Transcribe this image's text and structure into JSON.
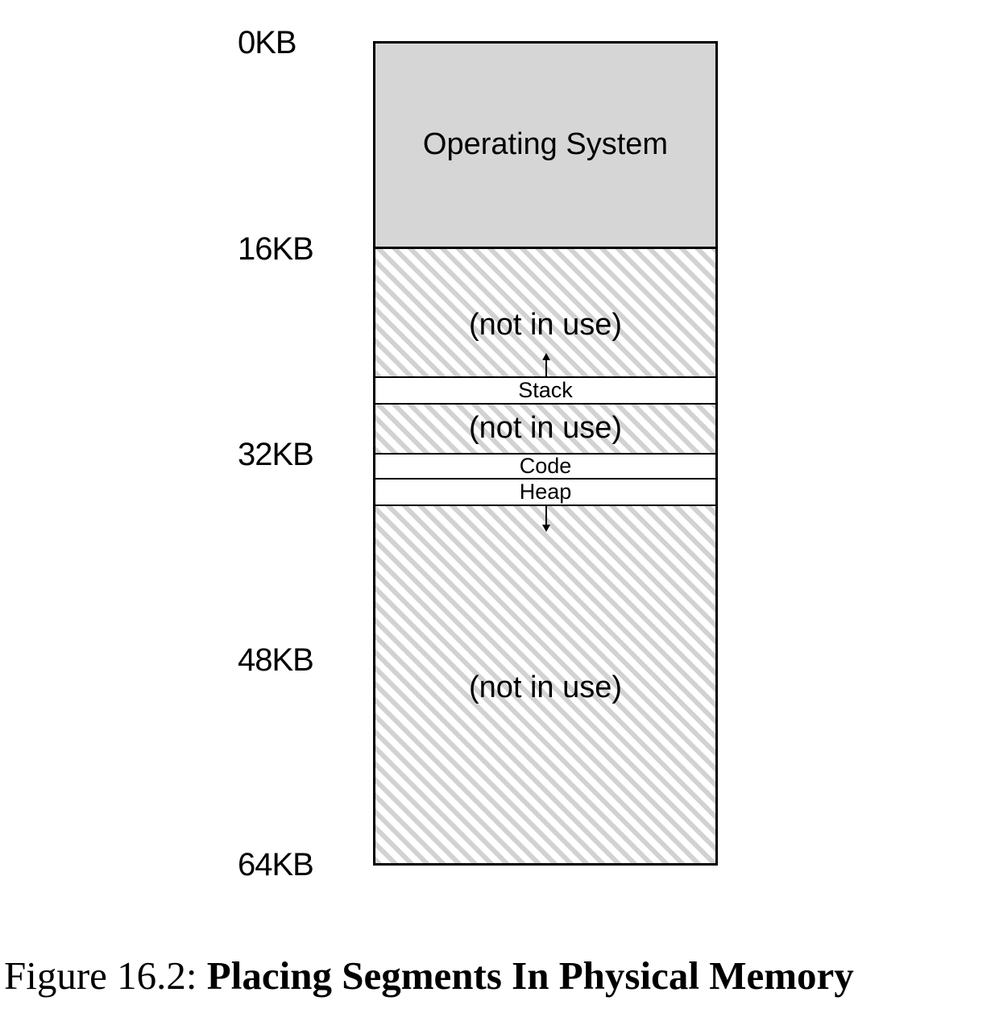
{
  "addresses": [
    "0KB",
    "16KB",
    "32KB",
    "48KB",
    "64KB"
  ],
  "regions": {
    "os": "Operating System",
    "free1": "(not in use)",
    "stack": "Stack",
    "free2": "(not in use)",
    "code": "Code",
    "heap": "Heap",
    "free3": "(not in use)"
  },
  "caption": {
    "prefix": "Figure 16.2:",
    "title": "Placing Segments In Physical Memory"
  },
  "colors": {
    "os_fill": "#d6d6d6",
    "hatch": "#d2d2d2",
    "segment_fill": "#ffffff",
    "border": "#000000"
  }
}
